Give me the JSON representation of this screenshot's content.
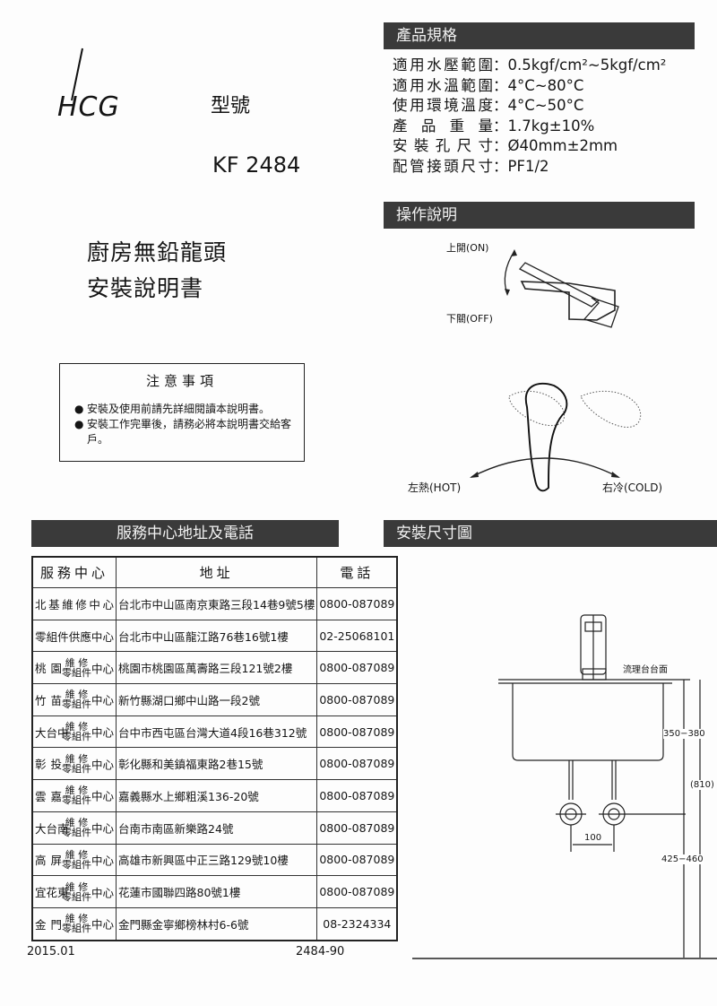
{
  "brand": {
    "logo_text": "HCG"
  },
  "model": {
    "label": "型號",
    "number": "KF 2484"
  },
  "title": {
    "line1": "廚房無鉛龍頭",
    "line2": "安裝說明書"
  },
  "notice": {
    "heading": "注意事項",
    "items": [
      "安裝及使用前請先詳細閱讀本說明書。",
      "安裝工作完畢後，請務必將本說明書交給客戶。"
    ]
  },
  "service": {
    "heading": "服務中心地址及電話",
    "columns": [
      "服務中心",
      "地址",
      "電話"
    ],
    "rows": [
      {
        "name": "北基維修中心",
        "address": "台北市中山區南京東路三段14巷9號5樓",
        "phone": "0800-087089"
      },
      {
        "name": "零組件供應中心",
        "address": "台北市中山區龍江路76巷16號1樓",
        "phone": "02-25068101"
      },
      {
        "region": "桃園",
        "sub_top": "維 修",
        "sub_bottom": "零組件",
        "suffix": "中心",
        "address": "桃園市桃園區萬壽路三段121號2樓",
        "phone": "0800-087089"
      },
      {
        "region": "竹苗",
        "sub_top": "維 修",
        "sub_bottom": "零組件",
        "suffix": "中心",
        "address": "新竹縣湖口鄉中山路一段2號",
        "phone": "0800-087089"
      },
      {
        "region": "大台中",
        "sub_top": "維 修",
        "sub_bottom": "零組件",
        "suffix": "中心",
        "address": "台中市西屯區台灣大道4段16巷312號",
        "phone": "0800-087089"
      },
      {
        "region": "彰投",
        "sub_top": "維 修",
        "sub_bottom": "零組件",
        "suffix": "中心",
        "address": "彰化縣和美鎮福東路2巷15號",
        "phone": "0800-087089"
      },
      {
        "region": "雲嘉",
        "sub_top": "維 修",
        "sub_bottom": "零組件",
        "suffix": "中心",
        "address": "嘉義縣水上鄉粗溪136-20號",
        "phone": "0800-087089"
      },
      {
        "region": "大台南",
        "sub_top": "維 修",
        "sub_bottom": "零組件",
        "suffix": "中心",
        "address": "台南市南區新樂路24號",
        "phone": "0800-087089"
      },
      {
        "region": "高屏",
        "sub_top": "維 修",
        "sub_bottom": "零組件",
        "suffix": "中心",
        "address": "高雄市新興區中正三路129號10樓",
        "phone": "0800-087089"
      },
      {
        "region": "宜花東",
        "sub_top": "維 修",
        "sub_bottom": "零組件",
        "suffix": "中心",
        "address": "花蓮市國聯四路80號1樓",
        "phone": "0800-087089"
      },
      {
        "region": "金門",
        "sub_top": "維 修",
        "sub_bottom": "零組件",
        "suffix": "中心",
        "address": "金門縣金寧鄉榜林村6-6號",
        "phone": "08-2324334"
      }
    ]
  },
  "footer": {
    "date": "2015.01",
    "code": "2484-90"
  },
  "specs": {
    "heading": "產品規格",
    "items": [
      {
        "key": "適用水壓範圍",
        "value": "：0.5kgf/cm²~5kgf/cm²"
      },
      {
        "key": "適用水溫範圍",
        "value": "：4°C~80°C"
      },
      {
        "key": "使用環境溫度",
        "value": "：4°C~50°C"
      },
      {
        "key": "產品重量",
        "value": "：1.7kg±10%"
      },
      {
        "key": "安裝孔尺寸",
        "value": "：Ø40mm±2mm"
      },
      {
        "key": "配管接頭尺寸",
        "value": "：PF1/2"
      }
    ]
  },
  "operation": {
    "heading": "操作說明",
    "on": "上開(ON)",
    "off": "下關(OFF)",
    "hot": "左熱(HOT)",
    "cold": "右冷(COLD)"
  },
  "install": {
    "heading": "安裝尺寸圖",
    "counter": "流理台台面",
    "dim_upper": "350−380",
    "dim_total": "(810)",
    "dim_lower": "425−460",
    "dim_spacing": "100"
  }
}
